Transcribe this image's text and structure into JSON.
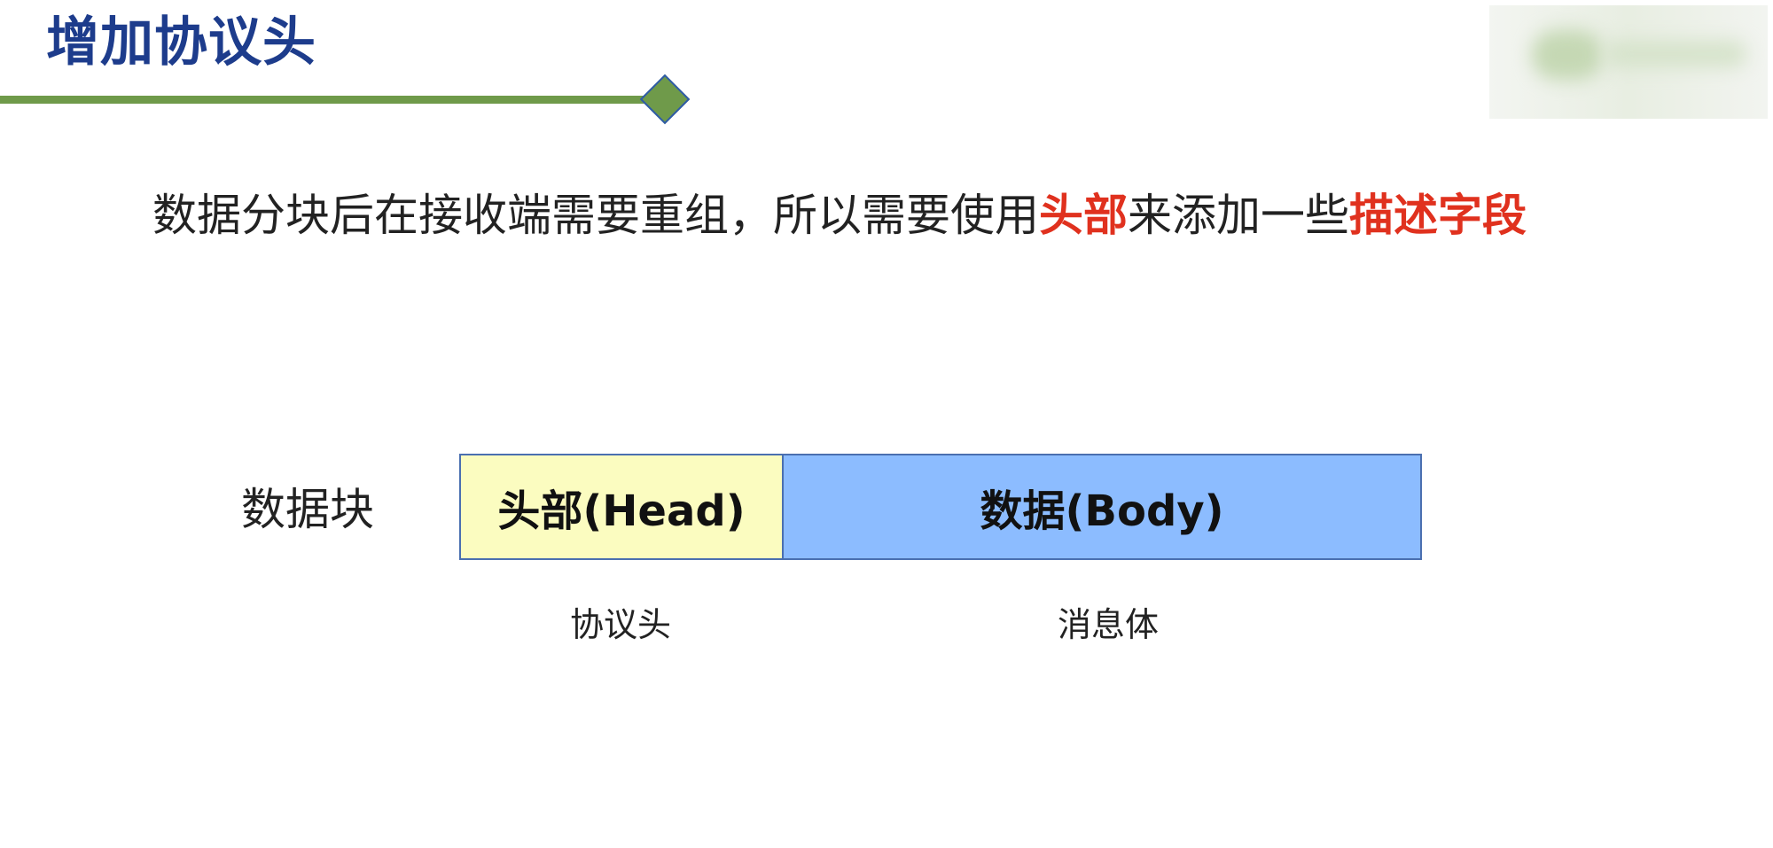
{
  "title": "增加协议头",
  "description": {
    "part1": "数据分块后在接收端需要重组，所以需要使用",
    "highlight1": "头部",
    "part2": "来添加一些",
    "highlight2": "描述字段"
  },
  "diagram": {
    "row_label": "数据块",
    "head_label": "头部(Head)",
    "body_label": "数据(Body)",
    "head_caption": "协议头",
    "body_caption": "消息体"
  },
  "colors": {
    "title": "#1d3c8c",
    "accent_line": "#6f9a4a",
    "highlight": "#e0311e",
    "head_fill": "#fbfcc0",
    "body_fill": "#8cbcff",
    "block_border": "#4a6fb0"
  }
}
